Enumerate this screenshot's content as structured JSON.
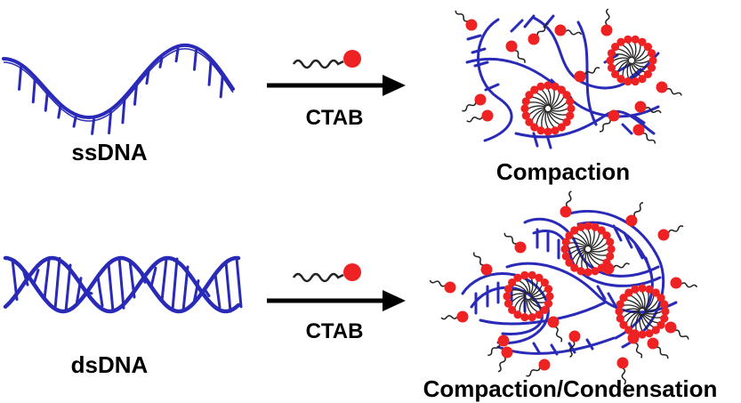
{
  "rows": [
    {
      "id": "ss",
      "input_label": "ssDNA",
      "reagent_label": "CTAB",
      "result_label": "Compaction"
    },
    {
      "id": "ds",
      "input_label": "dsDNA",
      "reagent_label": "CTAB",
      "result_label": "Compaction/Condensation"
    }
  ],
  "colors": {
    "dna": "#2a2ab8",
    "dna_dark": "#1a1a70",
    "headgroup": "#ee2222",
    "tail": "#222222",
    "arrow": "#000000"
  },
  "icons": {
    "surfactant": "surfactant-molecule-icon",
    "micelle": "micelle-icon"
  }
}
